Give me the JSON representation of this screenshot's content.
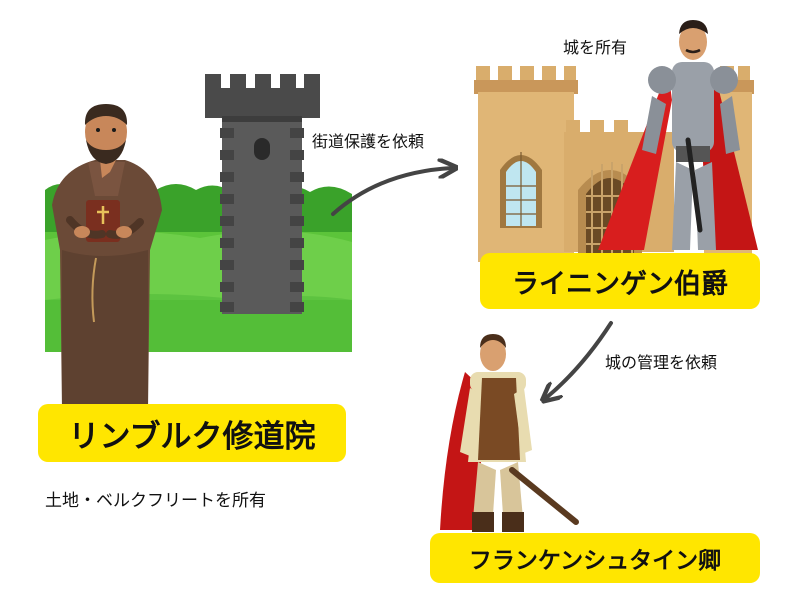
{
  "labels": {
    "castle_owned": "城を所有",
    "road_protection_request": "街道保護を依頼",
    "castle_management_request": "城の管理を依頼",
    "land_owned": "土地・ベルクフリートを所有"
  },
  "names": {
    "count_leiningen": "ライニンゲン伯爵",
    "limburg_abbey": "リンブルク修道院",
    "lord_frankenstein": "フランケンシュタイン卿"
  },
  "colors": {
    "badge": "#ffe600",
    "grass": "#5cc43a",
    "tower": "#5a5a5a",
    "castle_wall": "#d9ad6c",
    "cape_red": "#d81e1e",
    "robe_brown": "#6b4a37",
    "arrow": "#444444"
  }
}
